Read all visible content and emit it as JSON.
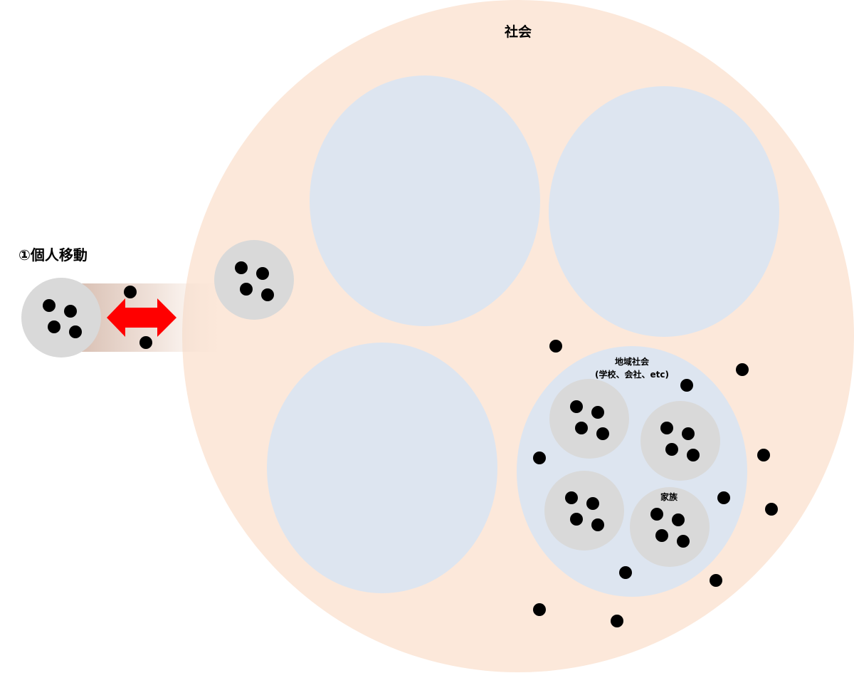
{
  "labels": {
    "society": "社会",
    "individual_movement": "①個人移動",
    "community_line1": "地域社会",
    "community_line2": "(学校、会社、etc)",
    "family": "家族"
  },
  "colors": {
    "society_fill": "#fce8da",
    "group_fill": "#dde5f0",
    "family_fill": "#d9d9d9",
    "person": "#000000",
    "arrow": "#ff0000",
    "trail": "#c9a898"
  },
  "icons": {
    "person": "black-dot-icon",
    "movement": "double-headed-arrow-icon"
  }
}
